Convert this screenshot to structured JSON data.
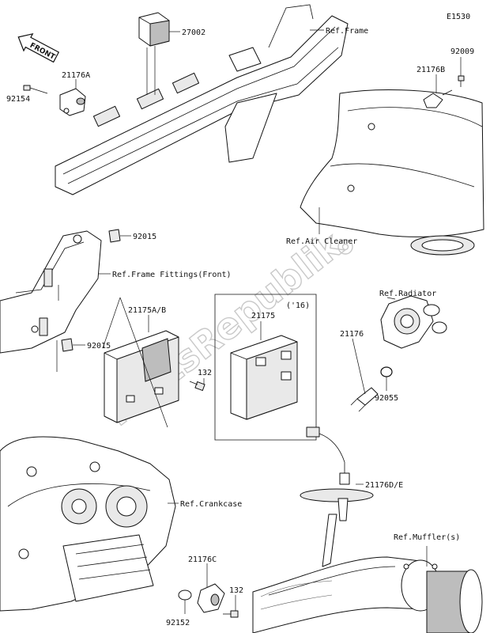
{
  "diagram_code": "E1530",
  "front_label": "FRONT",
  "watermark": "PartsRepublik",
  "labels": {
    "p27002": "27002",
    "p21176A": "21176A",
    "p92154": "92154",
    "ref_frame": "Ref.Frame",
    "p92009": "92009",
    "p21176B": "21176B",
    "ref_air_cleaner": "Ref.Air Cleaner",
    "p92015_top": "92015",
    "ref_frame_fittings": "Ref.Frame Fittings(Front)",
    "p21175AB": "21175A/B",
    "p21175": "21175",
    "year_note": "('16)",
    "p132_mid": "132",
    "p92015_mid": "92015",
    "ref_radiator": "Ref.Radiator",
    "p21176": "21176",
    "p92055": "92055",
    "ref_crankcase": "Ref.Crankcase",
    "p21176DE": "21176D/E",
    "ref_muffler": "Ref.Muffler(s)",
    "p21176C": "21176C",
    "p132_bot": "132",
    "p92152": "92152"
  }
}
